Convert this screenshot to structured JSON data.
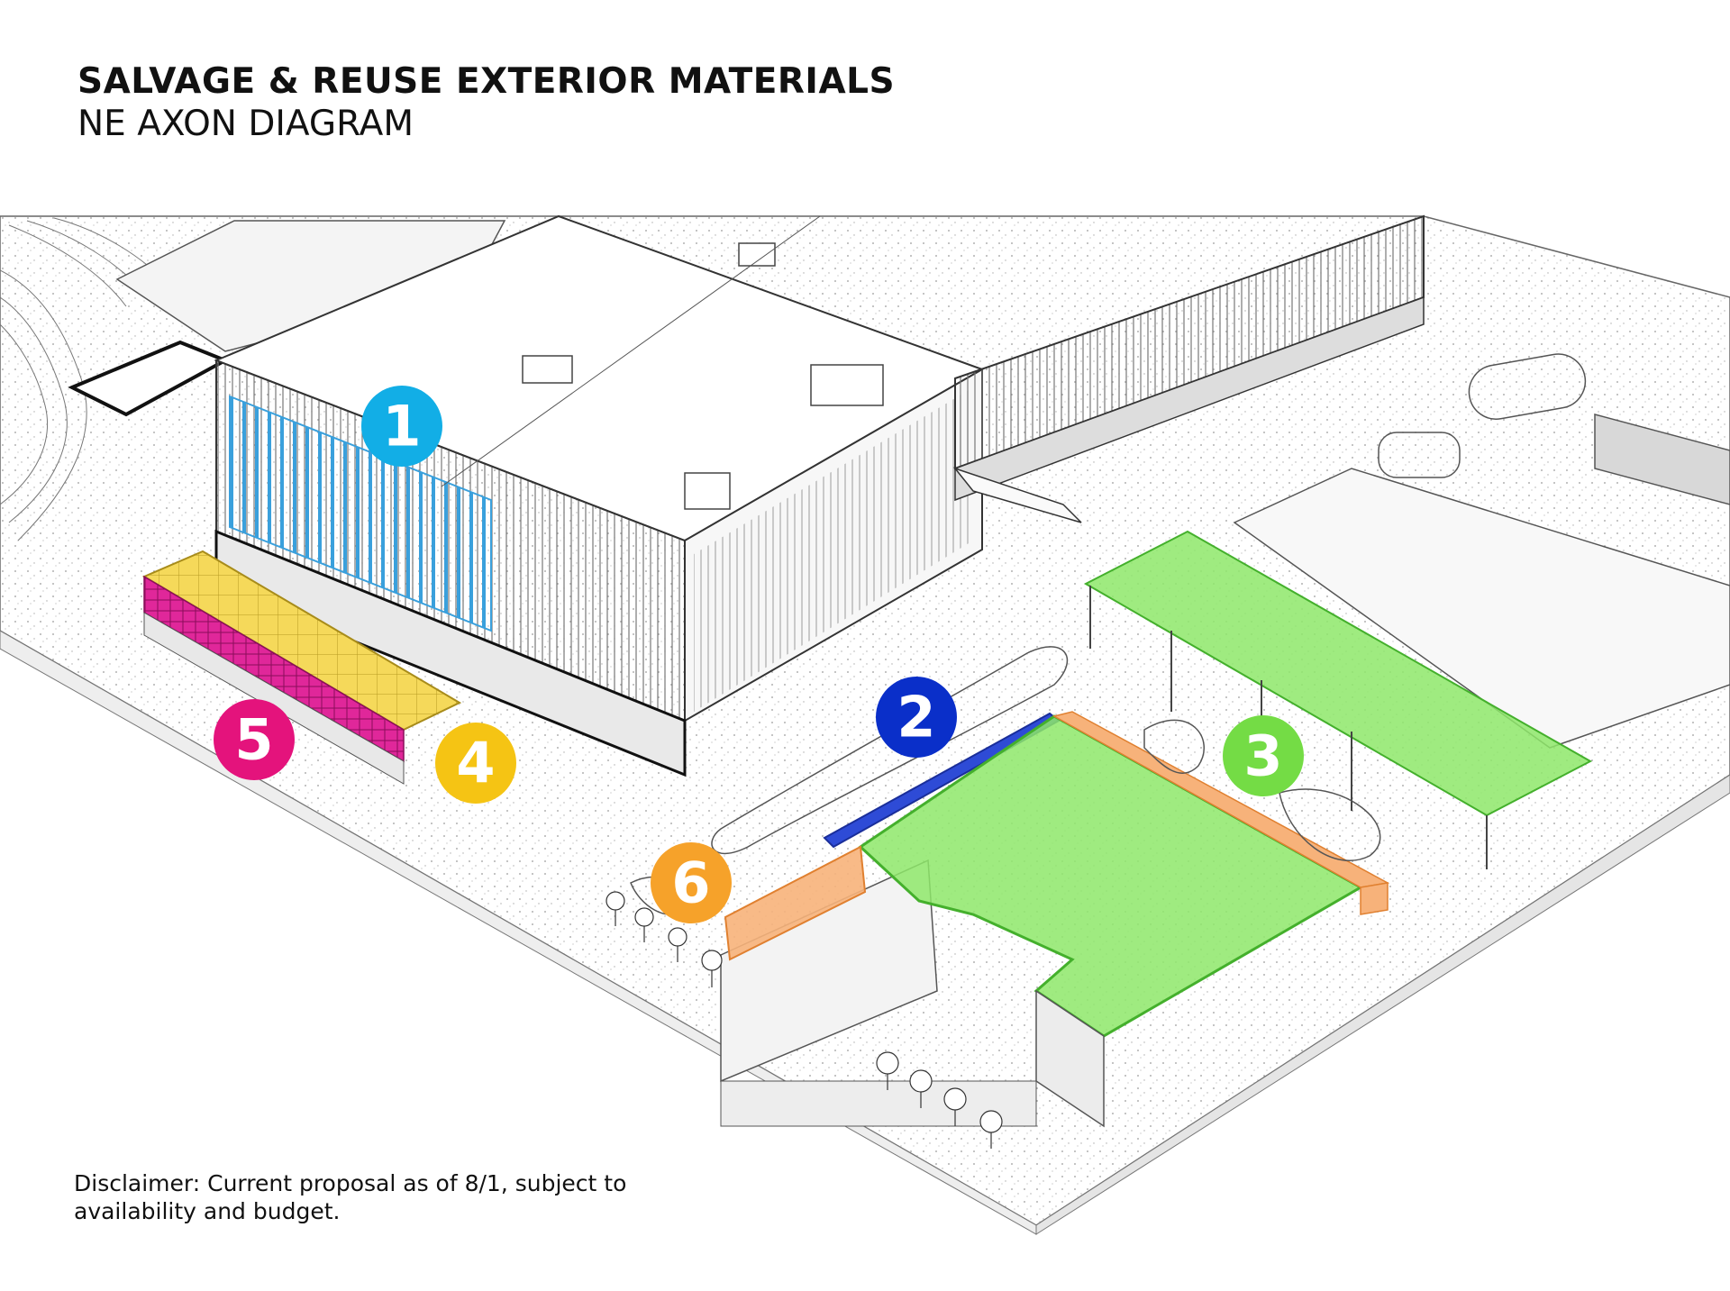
{
  "header": {
    "title": "SALVAGE & REUSE EXTERIOR MATERIALS",
    "subtitle": "NE AXON DIAGRAM"
  },
  "disclaimer": "Disclaimer: Current proposal as of 8/1, subject to availability and budget.",
  "markers": [
    {
      "label": "1",
      "color": "#12aee6"
    },
    {
      "label": "2",
      "color": "#0a2fc9"
    },
    {
      "label": "3",
      "color": "#74dc45"
    },
    {
      "label": "4",
      "color": "#f5c414"
    },
    {
      "label": "5",
      "color": "#e4137c"
    },
    {
      "label": "6",
      "color": "#f6a22a"
    }
  ],
  "highlights": {
    "blue_facade": "#3aa0dc",
    "canopy_blue": "#2e4bd6",
    "green_roof": "#8ee86a",
    "yellow_roof": "#f5d95a",
    "magenta_facade": "#e0279a",
    "orange_wall": "#f7b27a"
  }
}
